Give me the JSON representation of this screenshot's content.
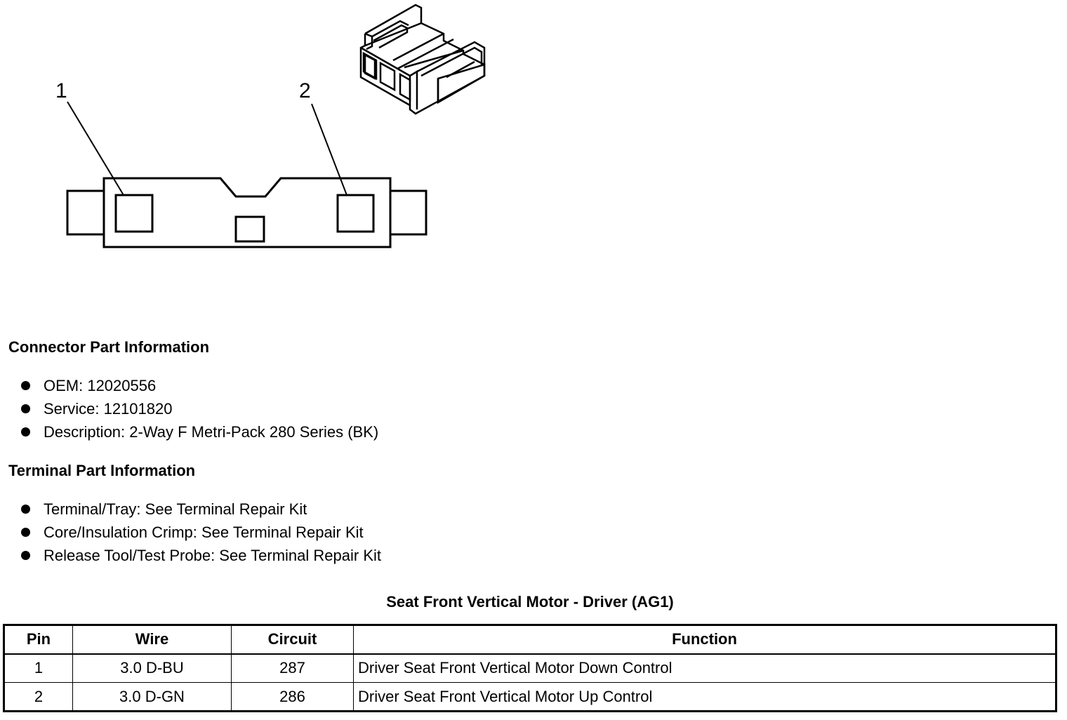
{
  "diagram": {
    "pin_labels": [
      "1",
      "2"
    ]
  },
  "connector_info": {
    "heading": "Connector Part Information",
    "items": [
      "OEM: 12020556",
      "Service: 12101820",
      "Description: 2-Way F Metri-Pack 280 Series (BK)"
    ]
  },
  "terminal_info": {
    "heading": "Terminal Part Information",
    "items": [
      "Terminal/Tray: See Terminal Repair Kit",
      "Core/Insulation Crimp: See Terminal Repair Kit",
      "Release Tool/Test Probe: See Terminal Repair Kit"
    ]
  },
  "table": {
    "title": "Seat Front Vertical Motor - Driver (AG1)",
    "headers": [
      "Pin",
      "Wire",
      "Circuit",
      "Function"
    ],
    "rows": [
      [
        "1",
        "3.0 D-BU",
        "287",
        "Driver Seat Front Vertical Motor Down Control"
      ],
      [
        "2",
        "3.0 D-GN",
        "286",
        "Driver Seat Front Vertical Motor Up Control"
      ]
    ]
  }
}
